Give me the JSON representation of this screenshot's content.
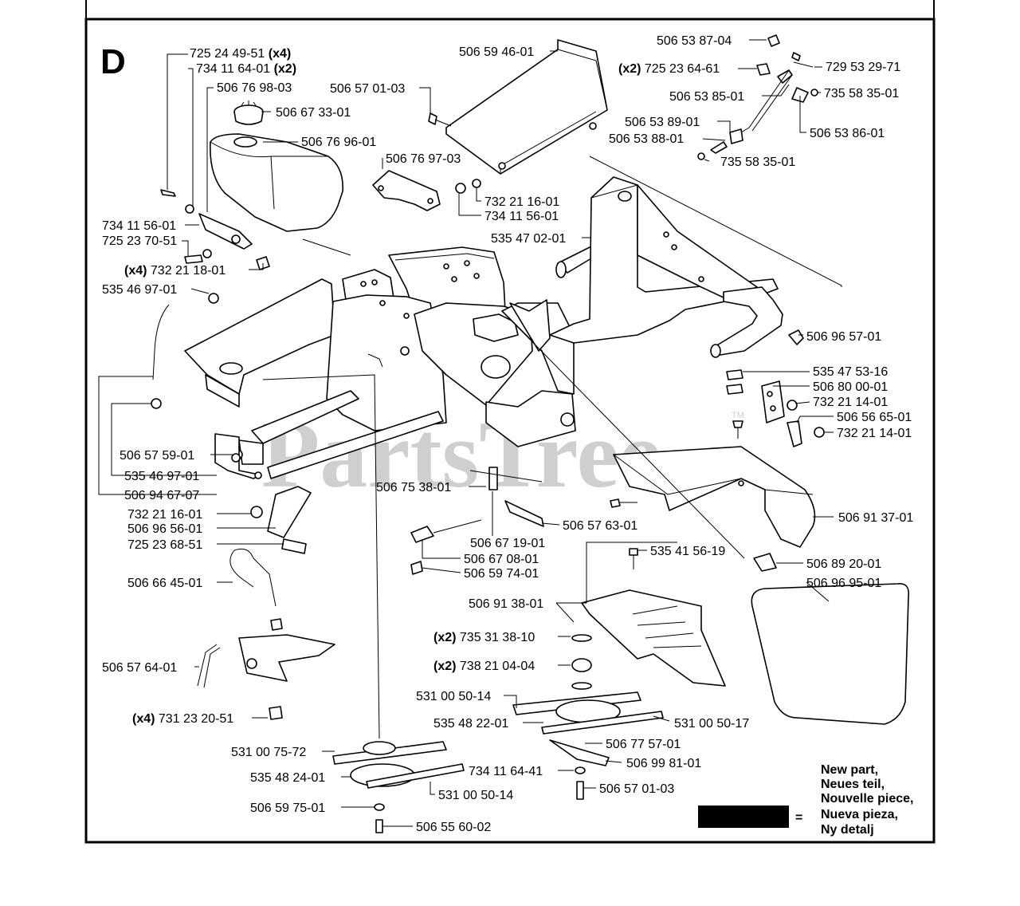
{
  "section_letter": "D",
  "watermark": "PartsTree",
  "watermark_tm": "TM",
  "legend": {
    "equals": "=",
    "lines": [
      "New part,",
      "Neues teil,",
      "Nouvelle piece,",
      "Nueva pieza,",
      "Ny detalj"
    ]
  },
  "labels": [
    {
      "id": "p1",
      "number": "725 24 49-51",
      "qty": "(x4)"
    },
    {
      "id": "p2",
      "number": "734 11 64-01",
      "qty": "(x2)"
    },
    {
      "id": "p3",
      "number": "506 76 98-03",
      "qty": ""
    },
    {
      "id": "p4",
      "number": "506 67 33-01",
      "qty": ""
    },
    {
      "id": "p5",
      "number": "506 76 96-01",
      "qty": ""
    },
    {
      "id": "p6",
      "number": "506 59 46-01",
      "qty": ""
    },
    {
      "id": "p7",
      "number": "506 57 01-03",
      "qty": ""
    },
    {
      "id": "p8",
      "number": "506 76 97-03",
      "qty": ""
    },
    {
      "id": "p9",
      "number": "732 21 16-01",
      "qty": ""
    },
    {
      "id": "p10",
      "number": "734 11 56-01",
      "qty": ""
    },
    {
      "id": "p11",
      "number": "535 47 02-01",
      "qty": ""
    },
    {
      "id": "p12",
      "number": "506 53 87-04",
      "qty": ""
    },
    {
      "id": "p13",
      "number": "725 23 64-61",
      "qty": "(x2)"
    },
    {
      "id": "p14",
      "number": "729 53 29-71",
      "qty": ""
    },
    {
      "id": "p15",
      "number": "506 53 85-01",
      "qty": ""
    },
    {
      "id": "p16",
      "number": "735 58 35-01",
      "qty": ""
    },
    {
      "id": "p17",
      "number": "506 53 89-01",
      "qty": ""
    },
    {
      "id": "p18",
      "number": "506 53 88-01",
      "qty": ""
    },
    {
      "id": "p19",
      "number": "506 53 86-01",
      "qty": ""
    },
    {
      "id": "p20",
      "number": "735 58 35-01",
      "qty": ""
    },
    {
      "id": "p21",
      "number": "734 11 56-01",
      "qty": ""
    },
    {
      "id": "p22",
      "number": "725 23 70-51",
      "qty": ""
    },
    {
      "id": "p23",
      "number": "732 21 18-01",
      "qty": "(x4)"
    },
    {
      "id": "p24",
      "number": "535 46 97-01",
      "qty": ""
    },
    {
      "id": "p25",
      "number": "506 96 57-01",
      "qty": ""
    },
    {
      "id": "p26",
      "number": "535 47 53-16",
      "qty": ""
    },
    {
      "id": "p27",
      "number": "506 80 00-01",
      "qty": ""
    },
    {
      "id": "p28",
      "number": "732 21 14-01",
      "qty": ""
    },
    {
      "id": "p29",
      "number": "506 56 65-01",
      "qty": ""
    },
    {
      "id": "p30",
      "number": "732 21 14-01",
      "qty": ""
    },
    {
      "id": "p31",
      "number": "506 57 59-01",
      "qty": ""
    },
    {
      "id": "p32",
      "number": "535 46 97-01",
      "qty": ""
    },
    {
      "id": "p33",
      "number": "506 94 67-07",
      "qty": ""
    },
    {
      "id": "p34",
      "number": "506 75 38-01",
      "qty": ""
    },
    {
      "id": "p35",
      "number": "732 21 16-01",
      "qty": ""
    },
    {
      "id": "p36",
      "number": "506 96 56-01",
      "qty": ""
    },
    {
      "id": "p37",
      "number": "725 23 68-51",
      "qty": ""
    },
    {
      "id": "p38",
      "number": "506 57 63-01",
      "qty": ""
    },
    {
      "id": "p39",
      "number": "506 91 37-01",
      "qty": ""
    },
    {
      "id": "p40",
      "number": "506 67 19-01",
      "qty": ""
    },
    {
      "id": "p41",
      "number": "506 67 08-01",
      "qty": ""
    },
    {
      "id": "p42",
      "number": "506 59 74-01",
      "qty": ""
    },
    {
      "id": "p43",
      "number": "535 41 56-19",
      "qty": ""
    },
    {
      "id": "p44",
      "number": "506 89 20-01",
      "qty": ""
    },
    {
      "id": "p45",
      "number": "506 66 45-01",
      "qty": ""
    },
    {
      "id": "p46",
      "number": "506 96 95-01",
      "qty": ""
    },
    {
      "id": "p47",
      "number": "506 91 38-01",
      "qty": ""
    },
    {
      "id": "p48",
      "number": "735 31 38-10",
      "qty": "(x2)"
    },
    {
      "id": "p49",
      "number": "506 57 64-01",
      "qty": ""
    },
    {
      "id": "p50",
      "number": "738 21 04-04",
      "qty": "(x2)"
    },
    {
      "id": "p51",
      "number": "531 00 50-14",
      "qty": ""
    },
    {
      "id": "p52",
      "number": "731 23 20-51",
      "qty": "(x4)"
    },
    {
      "id": "p53",
      "number": "535 48 22-01",
      "qty": ""
    },
    {
      "id": "p54",
      "number": "531 00 50-17",
      "qty": ""
    },
    {
      "id": "p55",
      "number": "531 00 75-72",
      "qty": ""
    },
    {
      "id": "p56",
      "number": "506 77 57-01",
      "qty": ""
    },
    {
      "id": "p57",
      "number": "506 99 81-01",
      "qty": ""
    },
    {
      "id": "p58",
      "number": "535 48 24-01",
      "qty": ""
    },
    {
      "id": "p59",
      "number": "734 11 64-41",
      "qty": ""
    },
    {
      "id": "p60",
      "number": "506 57 01-03",
      "qty": ""
    },
    {
      "id": "p61",
      "number": "531 00 50-14",
      "qty": ""
    },
    {
      "id": "p62",
      "number": "506 59 75-01",
      "qty": ""
    },
    {
      "id": "p63",
      "number": "506 55 60-02",
      "qty": ""
    }
  ]
}
